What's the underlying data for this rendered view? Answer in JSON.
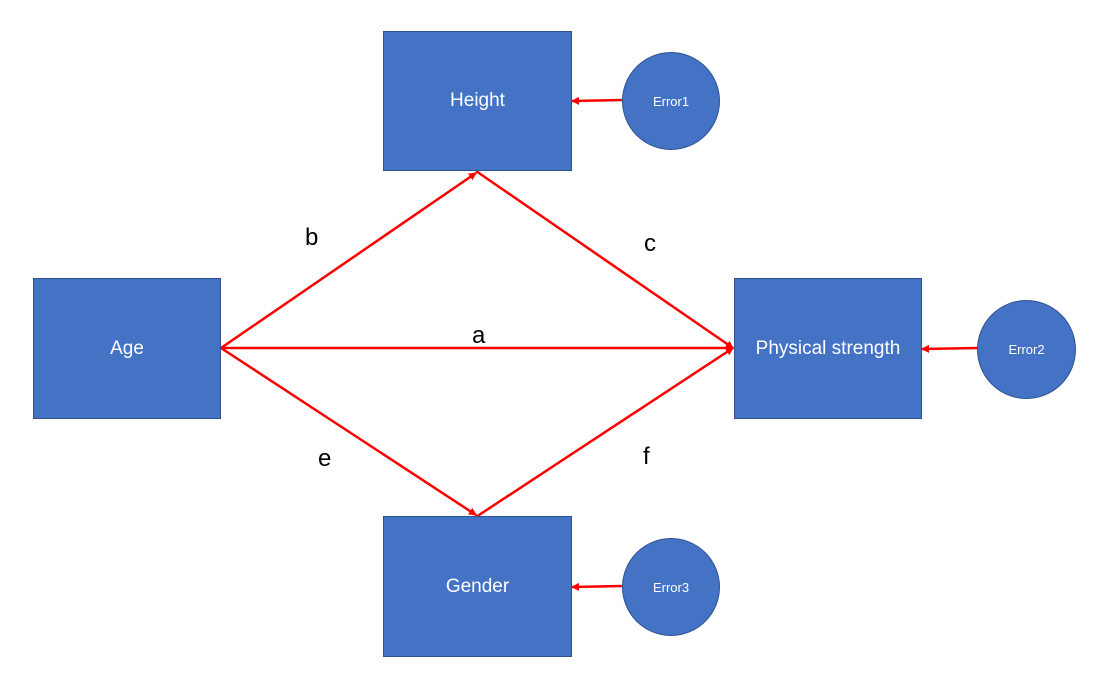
{
  "nodes": {
    "age": "Age",
    "height": "Height",
    "gender": "Gender",
    "physical_strength": "Physical strength",
    "error1": "Error1",
    "error2": "Error2",
    "error3": "Error3"
  },
  "edge_labels": {
    "a": "a",
    "b": "b",
    "c": "c",
    "e": "e",
    "f": "f"
  },
  "colors": {
    "node_fill": "#4472c4",
    "node_border": "#2f528f",
    "arrow": "#ff0000"
  }
}
